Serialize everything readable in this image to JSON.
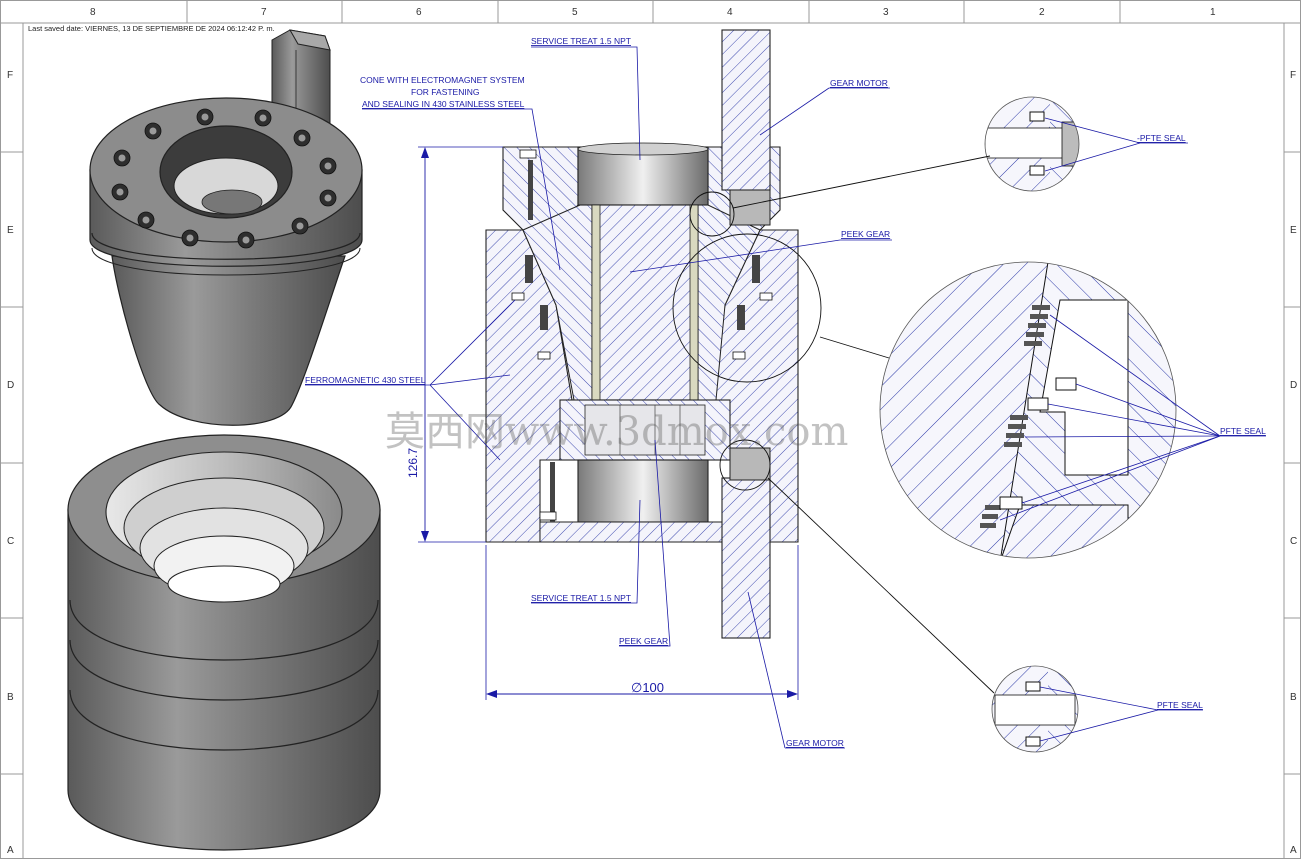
{
  "sheet": {
    "saved_note": "Last saved date: VIERNES, 13 DE SEPTIEMBRE DE 2024 06:12:42 P. m.",
    "columns": [
      "8",
      "7",
      "6",
      "5",
      "4",
      "3",
      "2",
      "1"
    ],
    "rows": [
      "F",
      "E",
      "D",
      "C",
      "B",
      "A"
    ]
  },
  "labels": {
    "service_top": "SERVICE TREAT 1.5 NPT",
    "cone_line1": "CONE WITH ELECTROMAGNET SYSTEM",
    "cone_line2": "FOR FASTENING",
    "cone_line3": "AND SEALING IN 430 STAINLESS STEEL",
    "gear_motor_top": "GEAR MOTOR",
    "peek_gear_top": "PEEK GEAR",
    "ferro": "FERROMAGNETIC 430 STEEL",
    "service_bottom": "SERVICE TREAT 1.5 NPT",
    "peek_gear_bottom": "PEEK GEAR",
    "gear_motor_bottom": "GEAR MOTOR",
    "pfte_top": "-PFTE SEAL",
    "pfte_mid": "PFTE SEAL",
    "pfte_bottom": "PFTE SEAL"
  },
  "dimensions": {
    "height": "126.7",
    "diameter": "∅100"
  },
  "watermark": "莫西网www.3dmox.com",
  "colors": {
    "annotation": "#1a1aa6",
    "metal_dark": "#6e6e6e",
    "metal_light": "#bdbdbd",
    "hatch": "#3f51b5"
  }
}
